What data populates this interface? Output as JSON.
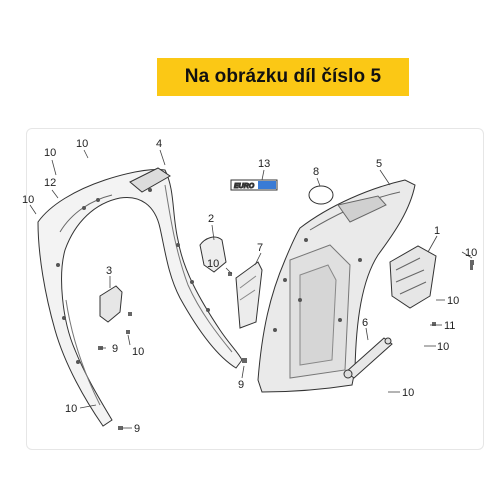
{
  "banner": {
    "text": "Na obrázku díl číslo 5",
    "color": "#fbc815"
  },
  "diagram": {
    "logo_text": "EURO",
    "callouts": [
      {
        "id": "c10a",
        "label": "10"
      },
      {
        "id": "c10b",
        "label": "10"
      },
      {
        "id": "c12",
        "label": "12"
      },
      {
        "id": "c10c",
        "label": "10"
      },
      {
        "id": "c4",
        "label": "4"
      },
      {
        "id": "c13",
        "label": "13"
      },
      {
        "id": "c8",
        "label": "8"
      },
      {
        "id": "c5",
        "label": "5"
      },
      {
        "id": "c2",
        "label": "2"
      },
      {
        "id": "c10d",
        "label": "10"
      },
      {
        "id": "c7",
        "label": "7"
      },
      {
        "id": "c3",
        "label": "3"
      },
      {
        "id": "c1",
        "label": "1"
      },
      {
        "id": "c10e",
        "label": "10"
      },
      {
        "id": "c10f",
        "label": "10"
      },
      {
        "id": "c11",
        "label": "11"
      },
      {
        "id": "c6",
        "label": "6"
      },
      {
        "id": "c10g",
        "label": "10"
      },
      {
        "id": "c9a",
        "label": "9"
      },
      {
        "id": "c10h",
        "label": "10"
      },
      {
        "id": "c9b",
        "label": "9"
      },
      {
        "id": "c10i",
        "label": "10"
      },
      {
        "id": "c10j",
        "label": "10"
      },
      {
        "id": "c9c",
        "label": "9"
      }
    ]
  }
}
